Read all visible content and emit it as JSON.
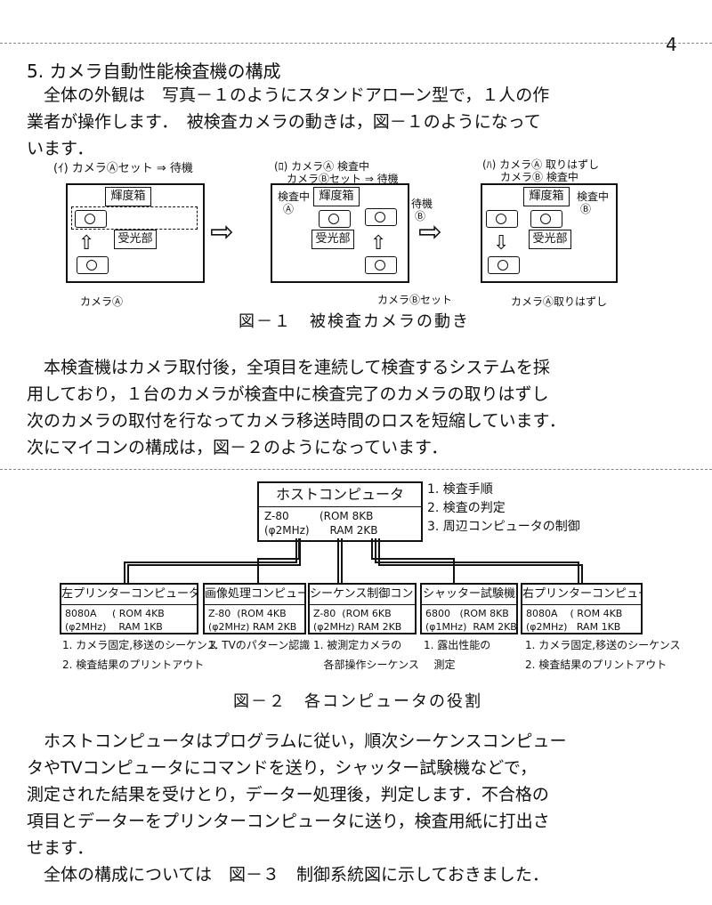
{
  "page_number": "4",
  "heading": "5. カメラ自動性能検査機の構成",
  "para1": "　全体の外観は　写真－１のようにスタンドアローン型で，１人の作\n業者が操作します．　被検査カメラの動きは，図－１のようになって\nいます．",
  "fig1": {
    "panel1": {
      "caption": "(ｲ) カメラⒶセット ⇒ 待機",
      "box_top": "輝度箱",
      "box_right": "受光部",
      "camera_label": "カメラⒶ"
    },
    "panel2": {
      "caption1": "(ﾛ) カメラⒶ 検査中",
      "caption2": "カメラⒷセット ⇒ 待機",
      "box_top": "輝度箱",
      "box_right": "受光部",
      "left_label1": "検査中",
      "left_label2": "Ⓐ",
      "right_label1": "待機",
      "right_label2": "Ⓑ",
      "camera_label": "カメラⒷセット"
    },
    "panel3": {
      "caption1": "(ﾊ) カメラⒶ 取りはずし",
      "caption2": "カメラⒷ 検査中",
      "box_top": "輝度箱",
      "box_right": "受光部",
      "right_label1": "検査中",
      "right_label2": "Ⓑ",
      "camera_label": "カメラⒶ取りはずし"
    },
    "caption": "図－１　被検査カメラの動き"
  },
  "para2": "　本検査機はカメラ取付後，全項目を連続して検査するシステムを採\n用しており，１台のカメラが検査中に検査完了のカメラの取りはずし\n次のカメラの取付を行なってカメラ移送時間のロスを短縮しています．\n次にマイコンの構成は，図－２のようになっています．",
  "fig2": {
    "host": {
      "title": "ホストコンピュータ",
      "spec": "Z-80         (ROM 8KB\n(φ2MHz)      RAM 2KB"
    },
    "host_roles": "1. 検査手順\n2. 検査の判定\n3. 周辺コンピュータの制御",
    "computers": [
      {
        "title": "左プリンターコンピュータ",
        "spec": "8080A     ( ROM 4KB\n(φ2MHz)    RAM 1KB",
        "roles": "1. カメラ固定,移送のシーケンス\n2. 検査結果のプリントアウト"
      },
      {
        "title": "画像処理コンピュータ",
        "spec": "Z-80  (ROM 4KB\n(φ2MHz) RAM 2KB",
        "roles": "1. TVのパターン認識"
      },
      {
        "title": "シーケンス制御コンピュータ",
        "spec": "Z-80  (ROM 6KB\n(φ2MHz) RAM 2KB",
        "roles": "1. 被測定カメラの\n   各部操作シーケンス"
      },
      {
        "title": "シャッター試験機",
        "spec": "6800   (ROM 8KB\n(φ1MHz)  RAM 2KB",
        "roles": "1. 露出性能の\n   測定"
      },
      {
        "title": "右プリンターコンピュータ",
        "spec": "8080A    ( ROM 4KB\n(φ2MHz)   RAM 1KB",
        "roles": "1. カメラ固定,移送のシーケンス\n2. 検査結果のプリントアウト"
      }
    ],
    "caption": "図－２　各コンピュータの役割"
  },
  "para3": "　ホストコンピュータはプログラムに従い，順次シーケンスコンピュー\nタやTVコンピュータにコマンドを送り，シャッター試験機などで，\n測定された結果を受けとり，データー処理後，判定します．不合格の\n項目とデーターをプリンターコンピュータに送り，検査用紙に打出さ\nせます．\n　全体の構成については　図－３　制御系統図に示しておきました．"
}
